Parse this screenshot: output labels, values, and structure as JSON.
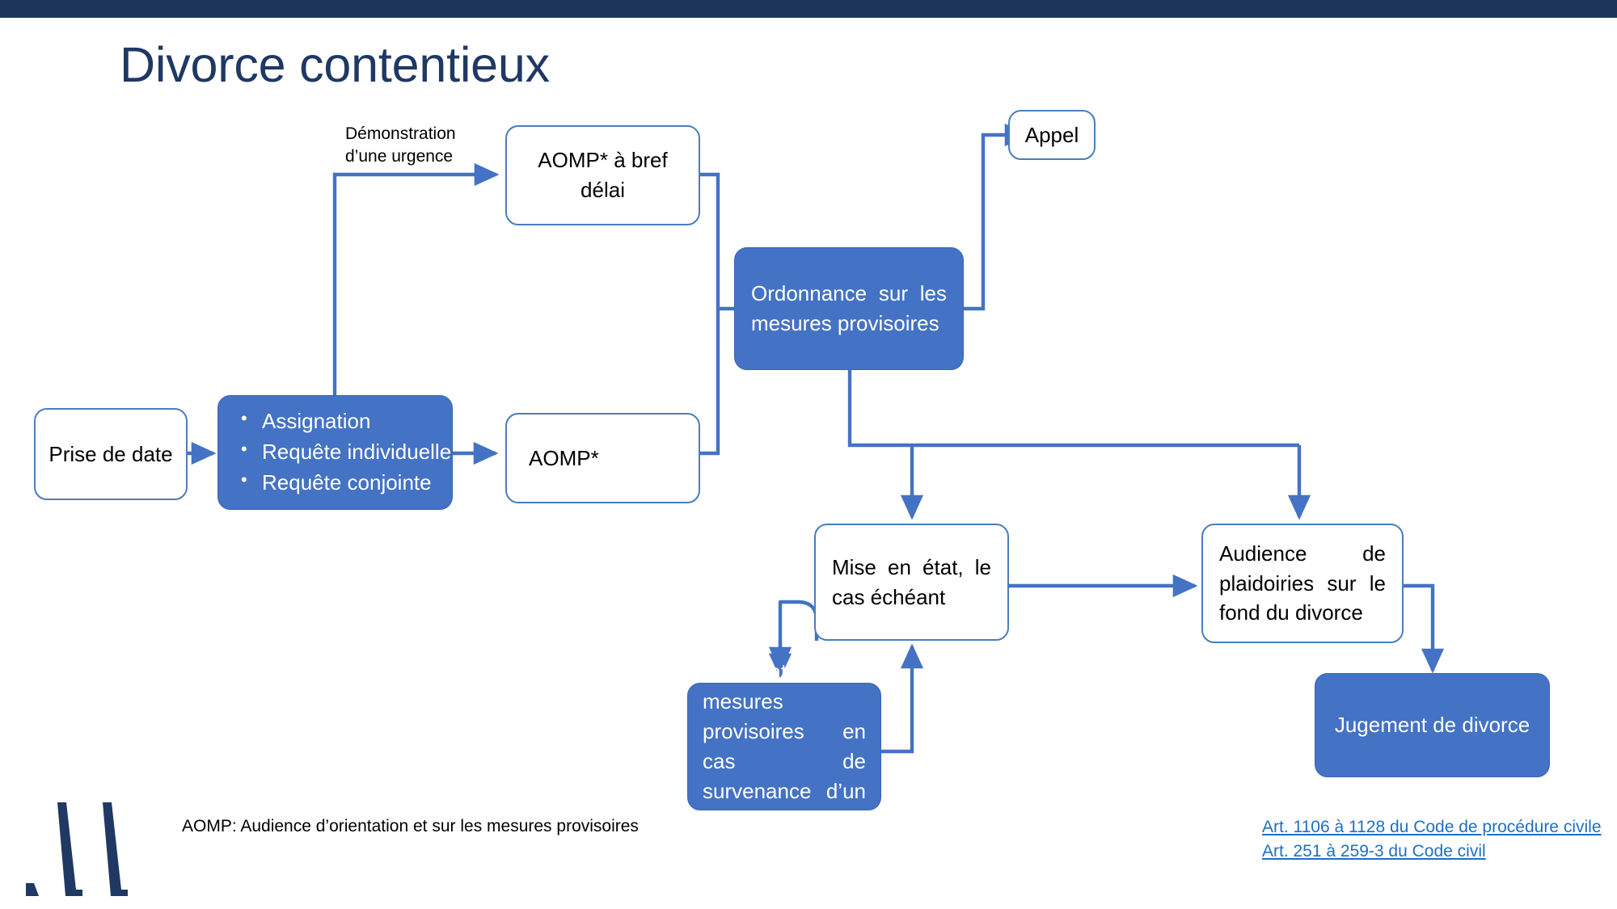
{
  "slide": {
    "title": "Divorce contentieux",
    "topbar_color": "#1b3458",
    "accent_color": "#4472c4",
    "title_color": "#1f3864",
    "link_color": "#1f6fc4",
    "logo_name": "cabinet-logo"
  },
  "nodes": {
    "prise_de_date": {
      "label": "Prise de date",
      "style": "white"
    },
    "assignation": {
      "style": "blue",
      "bullets": [
        "Assignation",
        "Requête individuelle",
        "Requête conjointe"
      ]
    },
    "aomp_bref_delai": {
      "label": "AOMP* à bref délai",
      "style": "white"
    },
    "aomp": {
      "label": "AOMP*",
      "style": "white"
    },
    "ordonnance": {
      "label": "Ordonnance sur les mesures provisoires",
      "style": "blue"
    },
    "appel": {
      "label": "Appel",
      "style": "white"
    },
    "mise_en_etat": {
      "label": "Mise en état, le cas échéant",
      "style": "white"
    },
    "audience_plaidoiries": {
      "label": "Audience de plaidoiries sur le fond du divorce",
      "style": "white"
    },
    "modification": {
      "label": "Modification des mesures provisoires en cas de survenance d’un fait nouveau",
      "style": "blue"
    },
    "jugement": {
      "label": "Jugement de divorce",
      "style": "blue"
    }
  },
  "edge_labels": {
    "urgence": "Démonstration\nd’une urgence"
  },
  "footnote": "AOMP: Audience d’orientation et sur les mesures provisoires",
  "links": [
    "Art. 1106 à 1128 du Code de procédure civile",
    "Art. 251 à 259-3 du Code civil"
  ]
}
